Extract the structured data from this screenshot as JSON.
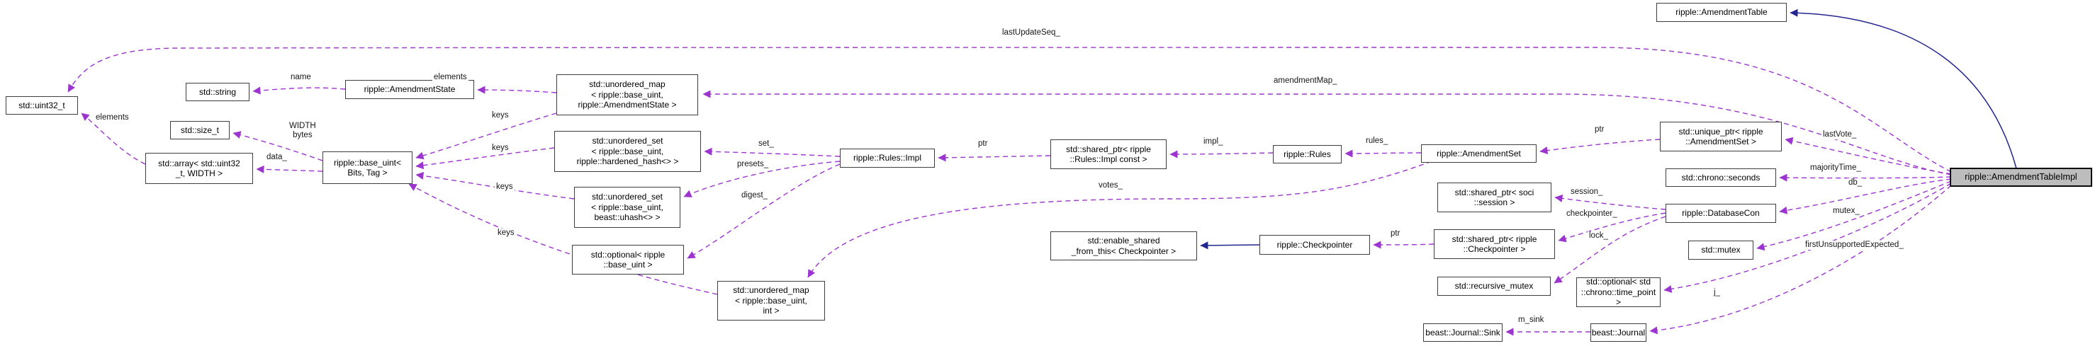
{
  "diagram": {
    "kind": "collaboration-graph",
    "colors": {
      "edge_dashed": "#9c35cf",
      "edge_solid": "#24268f",
      "node_border": "#3e3e3e",
      "node_background": "#ffffff",
      "main_node_background": "#bdbdbd"
    },
    "nodes": {
      "amendment_table": "ripple::AmendmentTable",
      "amendment_table_impl": "ripple::AmendmentTableImpl",
      "uint32": "std::uint32_t",
      "string": "std::string",
      "size_t": "std::size_t",
      "array": "std::array< std::uint32\n_t, WIDTH >",
      "amendment_state": "ripple::AmendmentState",
      "base_uint": "ripple::base_uint<\nBits, Tag >",
      "map_state": "std::unordered_map\n< ripple::base_uint,\nripple::AmendmentState >",
      "set_hardened": "std::unordered_set\n< ripple::base_uint,\nripple::hardened_hash<> >",
      "set_uhash": "std::unordered_set\n< ripple::base_uint,\nbeast::uhash<> >",
      "optional_base_uint": "std::optional< ripple\n::base_uint >",
      "map_int": "std::unordered_map\n< ripple::base_uint,\nint >",
      "rules_impl": "ripple::Rules::Impl",
      "shared_ptr_rules_impl": "std::shared_ptr< ripple\n::Rules::Impl const >",
      "rules_cls": "ripple::Rules",
      "amendment_set": "ripple::AmendmentSet",
      "unique_ptr_amendment_set": "std::unique_ptr< ripple\n::AmendmentSet >",
      "seconds": "std::chrono::seconds",
      "database_con": "ripple::DatabaseCon",
      "shared_ptr_session": "std::shared_ptr< soci\n::session >",
      "shared_ptr_checkpointer": "std::shared_ptr< ripple\n::Checkpointer >",
      "checkpointer_cls": "ripple::Checkpointer",
      "enable_shared": "std::enable_shared\n_from_this< Checkpointer >",
      "recursive_mutex": "std::recursive_mutex",
      "mutex_cls": "std::mutex",
      "optional_time_point": "std::optional< std\n::chrono::time_point >",
      "journal": "beast::Journal",
      "journal_sink": "beast::Journal::Sink"
    },
    "labels": {
      "lastUpdateSeq": "lastUpdateSeq_",
      "amendmentMap": "amendmentMap_",
      "name": "name",
      "elements": "elements",
      "width_bytes": "WIDTH\nbytes",
      "data": "data_",
      "keys": "keys",
      "set": "set_",
      "presets": "presets_",
      "digest": "digest_",
      "ptr": "ptr",
      "impl": "impl_",
      "rules": "rules_",
      "votes": "votes_",
      "lastVote": "lastVote_",
      "majorityTime": "majorityTime_",
      "db": "db_",
      "mutex": "mutex_",
      "firstUnsupportedExpected": "firstUnsupportedExpected_",
      "j": "j_",
      "session": "session_",
      "checkpointer": "checkpointer_",
      "lock": "lock_",
      "m_sink": "m_sink"
    }
  }
}
